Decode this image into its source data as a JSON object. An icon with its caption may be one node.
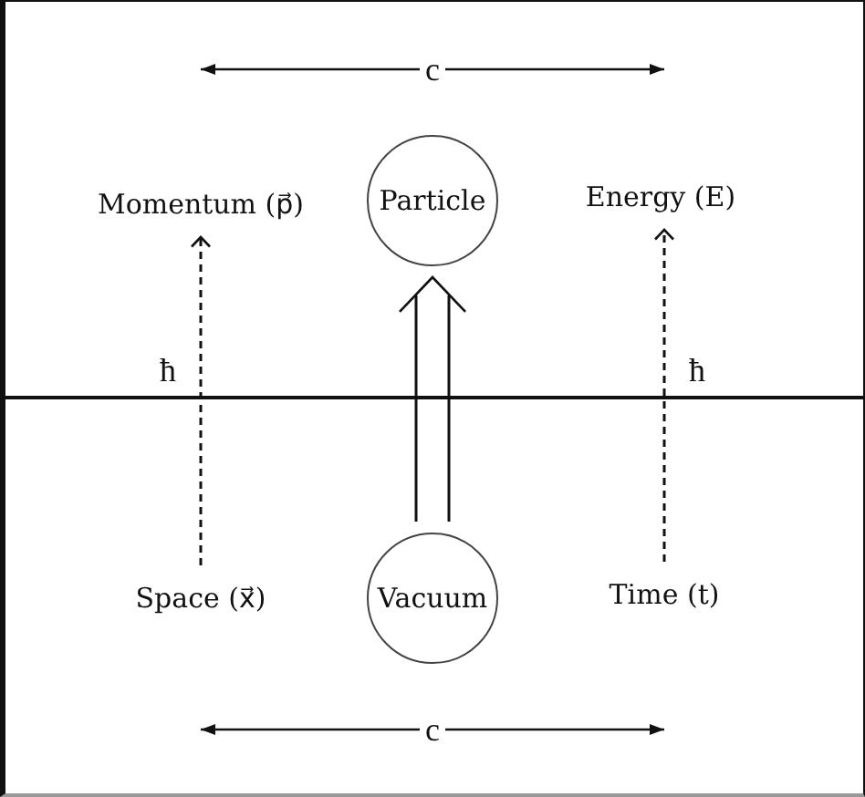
{
  "diagram": {
    "nodes": [
      {
        "text": [
          "Momentum (p⃗)"
        ]
      },
      {
        "text": [
          "Particle"
        ]
      },
      {
        "text": [
          "Energy (E)"
        ]
      },
      {
        "text": [
          "Space (x⃗)"
        ]
      },
      {
        "text": [
          "Vacuum"
        ]
      },
      {
        "text": [
          "Time (t)"
        ]
      }
    ],
    "edges": [
      {
        "from": 3,
        "to": 0,
        "arrow": "to",
        "style": "dashed"
      },
      {
        "from": 5,
        "to": 2,
        "arrow": "to",
        "style": "dashed"
      },
      {
        "from": 4,
        "to": 1,
        "arrow": "to"
      }
    ],
    "labels": [
      "c",
      "ħ",
      "ħ",
      "c"
    ]
  }
}
